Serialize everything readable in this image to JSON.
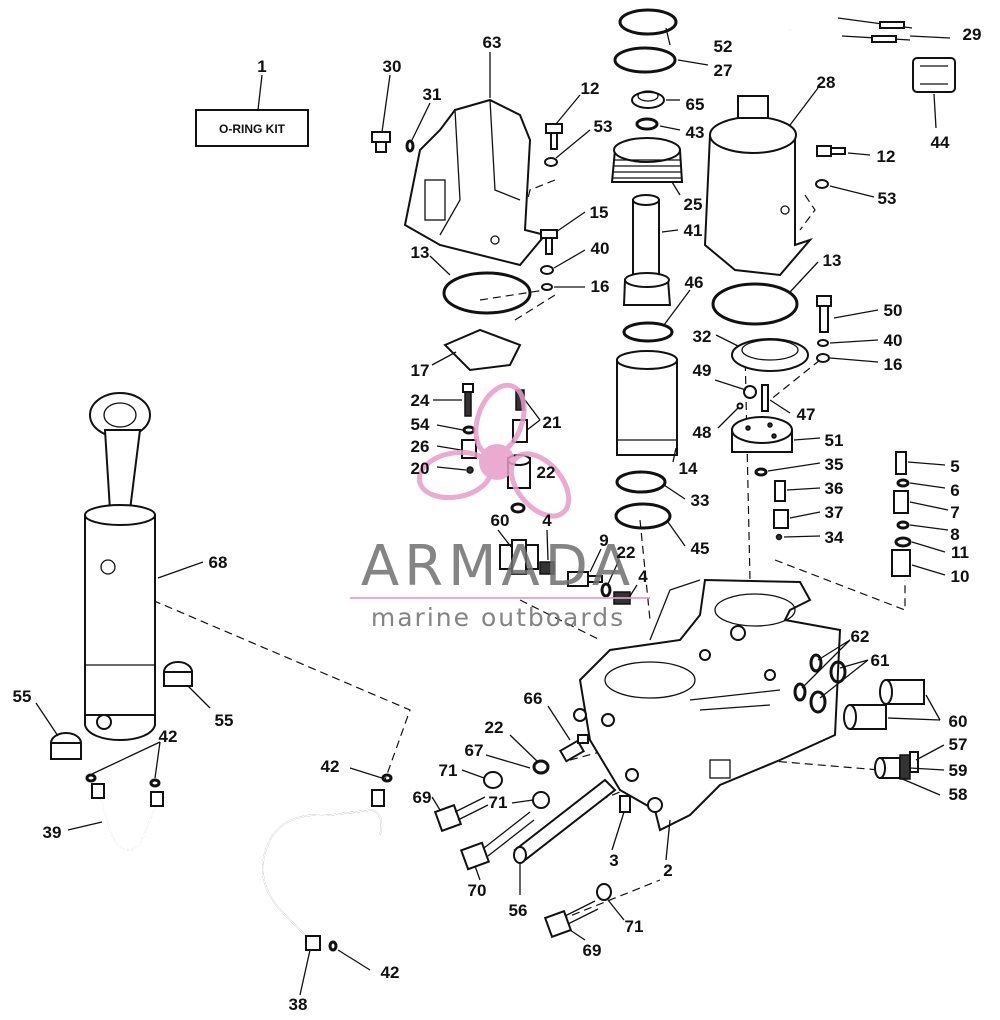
{
  "kit_box": {
    "label": "O-RING KIT"
  },
  "callouts": [
    "1",
    "30",
    "31",
    "63",
    "12",
    "53",
    "52",
    "27",
    "65",
    "43",
    "25",
    "28",
    "29",
    "44",
    "12",
    "53",
    "15",
    "41",
    "40",
    "16",
    "13",
    "13",
    "46",
    "50",
    "40",
    "16",
    "32",
    "17",
    "24",
    "54",
    "26",
    "20",
    "21",
    "22",
    "49",
    "48",
    "47",
    "51",
    "14",
    "35",
    "5",
    "6",
    "36",
    "37",
    "7",
    "8",
    "34",
    "11",
    "10",
    "33",
    "45",
    "60",
    "9",
    "22",
    "4",
    "4",
    "68",
    "62",
    "61",
    "60",
    "55",
    "55",
    "66",
    "22",
    "67",
    "71",
    "71",
    "69",
    "57",
    "59",
    "58",
    "42",
    "42",
    "39",
    "3",
    "2",
    "70",
    "56",
    "71",
    "69",
    "42",
    "38"
  ],
  "watermark": {
    "brand": "ARMADA",
    "tagline": "marine outboards",
    "brand_color": "#6f6f6f",
    "accent_color": "#e89cc8"
  }
}
